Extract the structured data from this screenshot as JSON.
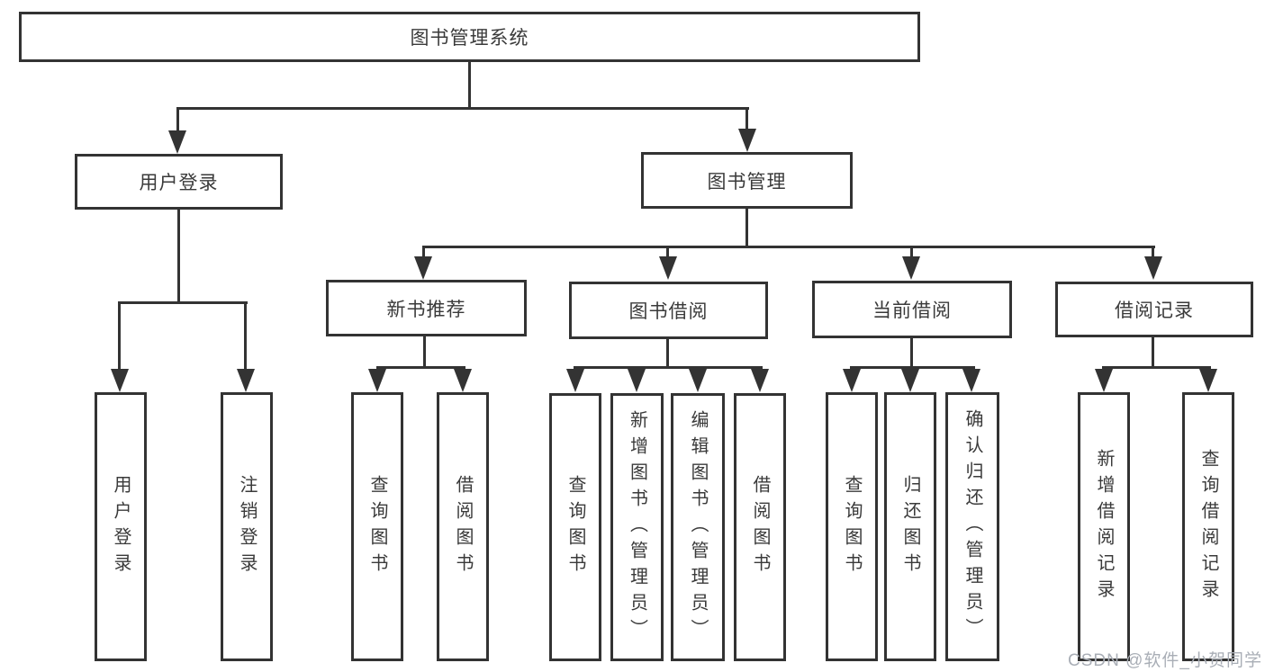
{
  "diagram": {
    "type": "hierarchy-tree",
    "title": "图书管理系统",
    "watermark": "CSDN @软件_小贺同学",
    "colors": {
      "line": "#333333",
      "box_border": "#333333",
      "text": "#3a3a3a",
      "background": "#ffffff",
      "watermark": "#a9aeb6"
    },
    "nodes": {
      "root": "图书管理系统",
      "user_login_group": "用户登录",
      "book_management": "图书管理",
      "new_book_recommend": "新书推荐",
      "book_borrowing": "图书借阅",
      "current_borrowing": "当前借阅",
      "borrowing_records": "借阅记录",
      "user_login": "用户登录",
      "logout": "注销登录",
      "recommend_query_books": "查询图书",
      "recommend_borrow_books": "借阅图书",
      "borrowing_query_books": "查询图书",
      "borrowing_add_books": "新增图书（管理员）",
      "borrowing_edit_books": "编辑图书（管理员）",
      "borrowing_borrow_books": "借阅图书",
      "current_query_books": "查询图书",
      "current_return_books": "归还图书",
      "current_confirm_return": "确认归还（管理员）",
      "records_add_record": "新增借阅记录",
      "records_query_record": "查询借阅记录"
    },
    "structure": {
      "root": [
        "user_login_group",
        "book_management"
      ],
      "user_login_group": [
        "user_login",
        "logout"
      ],
      "book_management": [
        "new_book_recommend",
        "book_borrowing",
        "current_borrowing",
        "borrowing_records"
      ],
      "new_book_recommend": [
        "recommend_query_books",
        "recommend_borrow_books"
      ],
      "book_borrowing": [
        "borrowing_query_books",
        "borrowing_add_books",
        "borrowing_edit_books",
        "borrowing_borrow_books"
      ],
      "current_borrowing": [
        "current_query_books",
        "current_return_books",
        "current_confirm_return"
      ],
      "borrowing_records": [
        "records_add_record",
        "records_query_record"
      ]
    }
  }
}
